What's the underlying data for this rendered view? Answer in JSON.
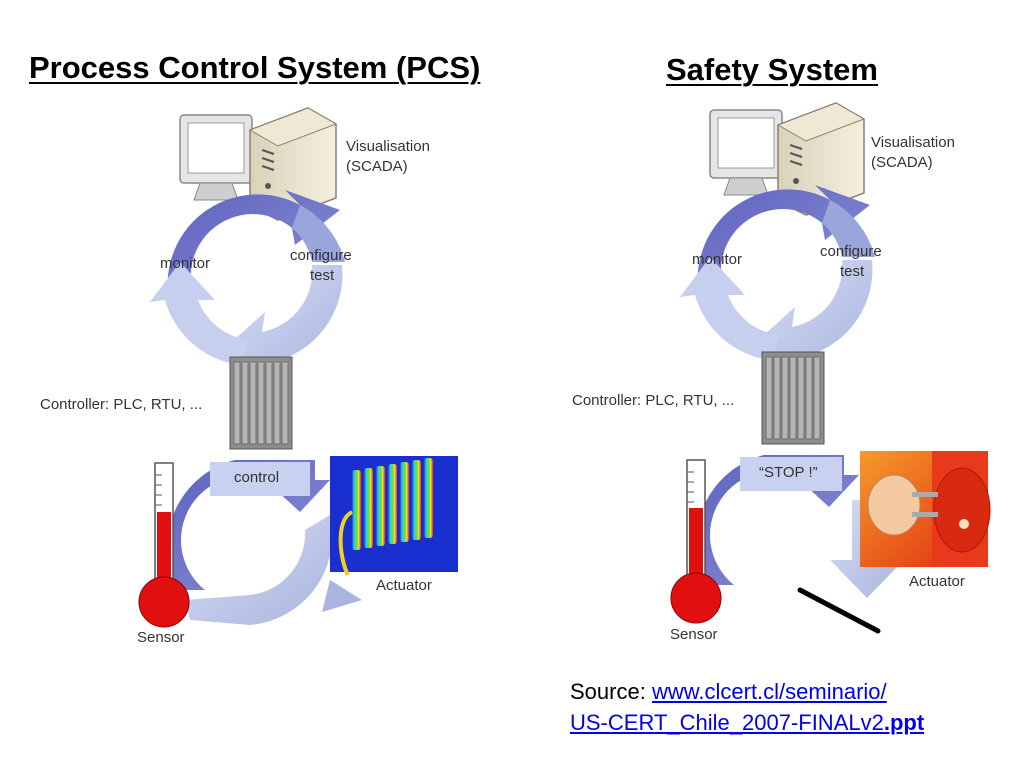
{
  "left": {
    "title": "Process Control System (PCS)",
    "visualisation_line1": "Visualisation",
    "visualisation_line2": "(SCADA)",
    "monitor": "monitor",
    "configure_line1": "configure",
    "configure_line2": "test",
    "controller": "Controller: PLC, RTU, ...",
    "lower_arrow_label": "control",
    "sensor": "Sensor",
    "actuator": "Actuator"
  },
  "right": {
    "title": "Safety System",
    "visualisation_line1": "Visualisation",
    "visualisation_line2": "(SCADA)",
    "monitor": "monitor",
    "configure_line1": "configure",
    "configure_line2": "test",
    "controller": "Controller: PLC, RTU, ...",
    "lower_arrow_label": "“STOP !”",
    "sensor": "Sensor",
    "actuator": "Actuator"
  },
  "source": {
    "prefix": "Source: ",
    "link_line1": "www.clcert.cl/seminario/",
    "link_line2": "US-CERT_Chile_2007-FINALv2",
    "link_ext": ".ppt"
  },
  "colors": {
    "arrow_dark": "#6b6fc4",
    "arrow_light": "#b9c3e6",
    "thermo_red": "#e01010"
  }
}
